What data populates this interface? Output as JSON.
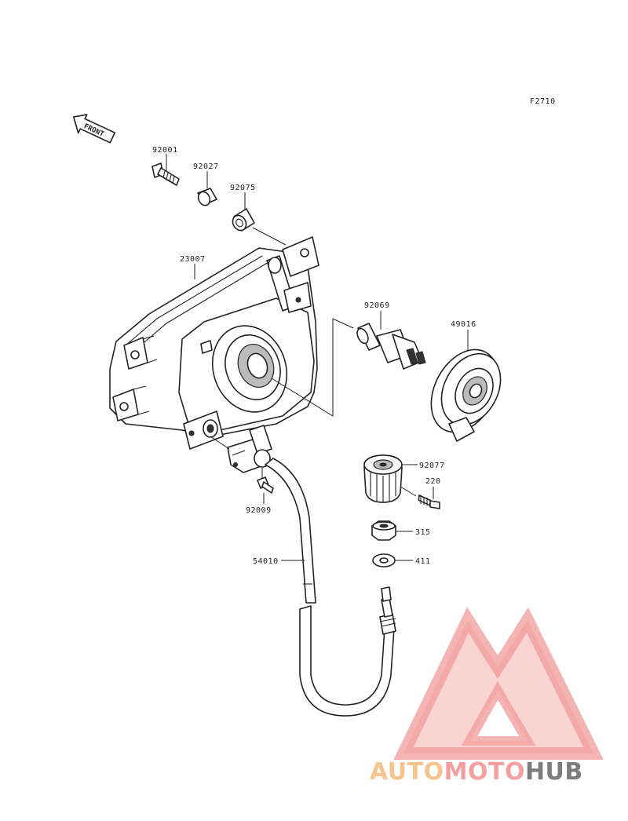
{
  "figure_code": "F2710",
  "direction_label": "FRONT",
  "callouts": [
    {
      "id": "c-92001",
      "text": "92001"
    },
    {
      "id": "c-92027",
      "text": "92027"
    },
    {
      "id": "c-92075",
      "text": "92075"
    },
    {
      "id": "c-23007",
      "text": "23007"
    },
    {
      "id": "c-92069",
      "text": "92069"
    },
    {
      "id": "c-49016",
      "text": "49016"
    },
    {
      "id": "c-92077",
      "text": "92077"
    },
    {
      "id": "c-220",
      "text": "220"
    },
    {
      "id": "c-315",
      "text": "315"
    },
    {
      "id": "c-411",
      "text": "411"
    },
    {
      "id": "c-92009",
      "text": "92009"
    },
    {
      "id": "c-54010",
      "text": "54010"
    }
  ],
  "watermark": {
    "part1": "AUTO",
    "part2": "MOTO",
    "part3": "HUB",
    "colors": {
      "auto": "#f5c48f",
      "moto": "#f4a0a0",
      "hub": "#7d7d7d",
      "triangle": "#f4a0a0"
    }
  }
}
